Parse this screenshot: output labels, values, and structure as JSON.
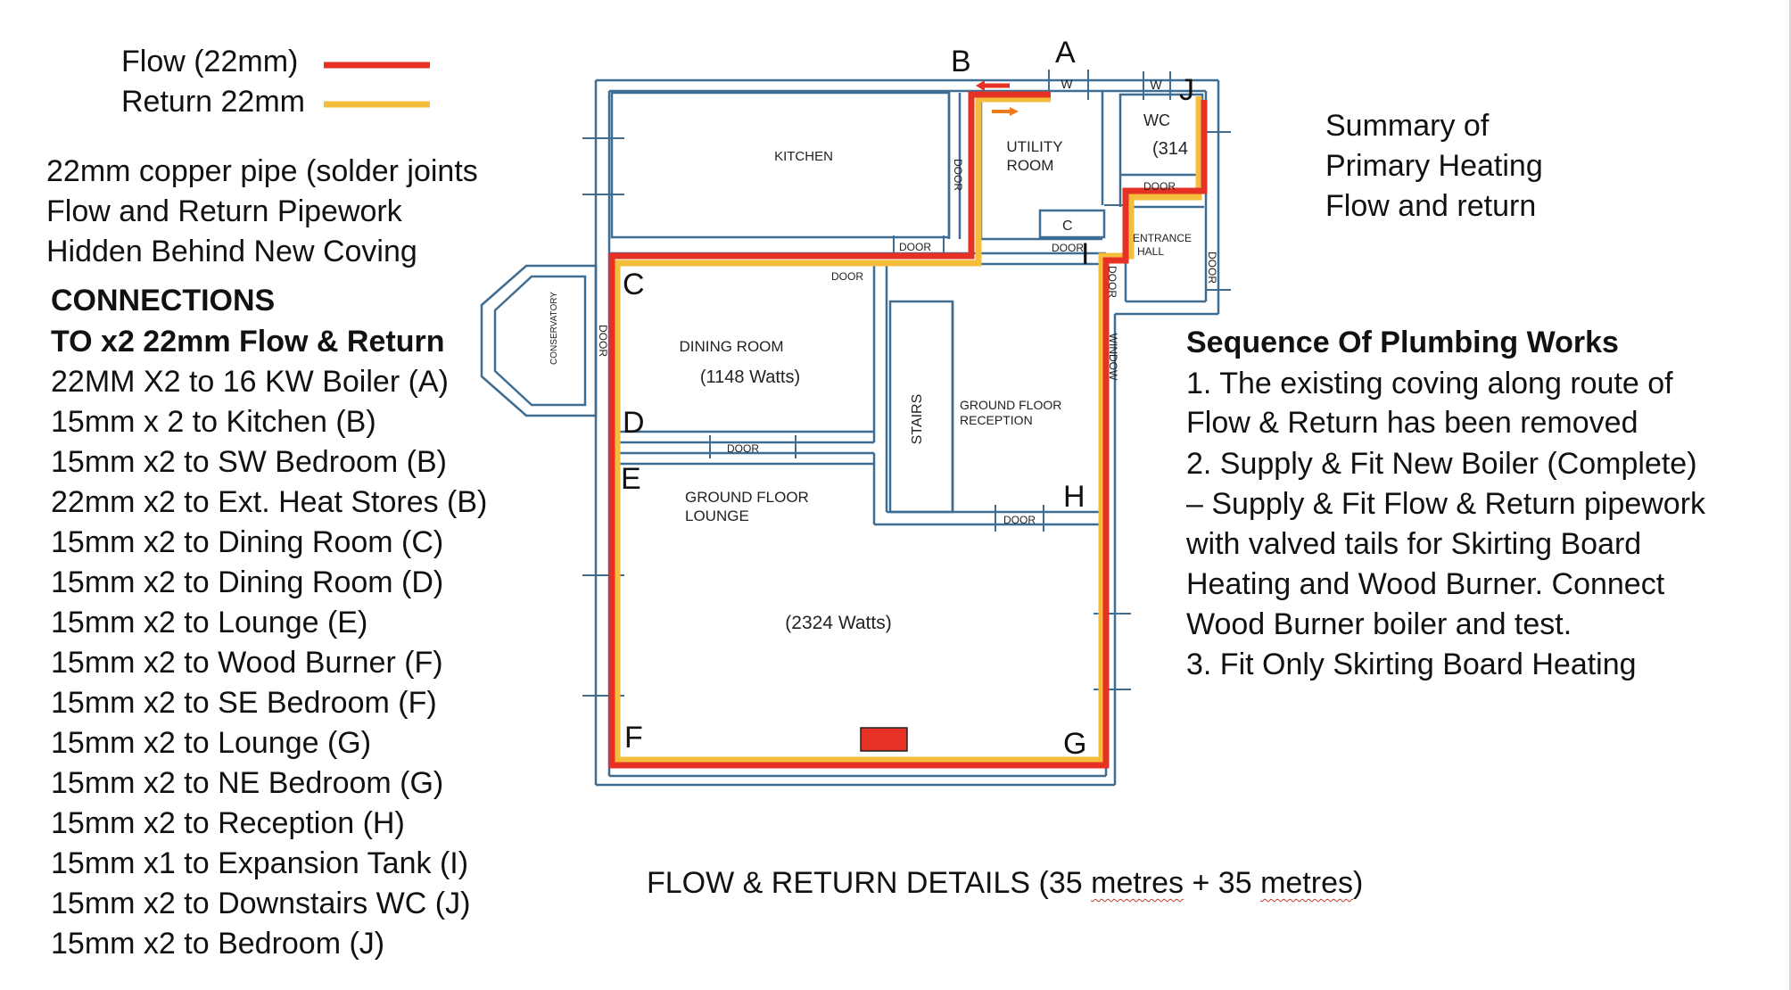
{
  "legend": {
    "flow_label": "Flow (22mm)",
    "return_label": "Return 22mm",
    "flow_color": "#e63225",
    "return_color": "#f5bd3c"
  },
  "notes": [
    "22mm copper pipe (solder joints",
    "Flow  and Return Pipework",
    "Hidden Behind New Coving"
  ],
  "connections": {
    "heading1": "CONNECTIONS",
    "heading2": "TO x2 22mm Flow & Return",
    "items": [
      "22MM X2 to 16 KW Boiler (A)",
      "15mm x 2 to Kitchen (B)",
      "15mm x2 to SW Bedroom (B)",
      "22mm x2 to Ext. Heat Stores (B)",
      "15mm x2 to Dining Room (C)",
      "15mm x2 to Dining Room (D)",
      "15mm x2 to Lounge (E)",
      "15mm x2 to Wood Burner (F)",
      "15mm x2 to SE Bedroom (F)",
      "15mm x2 to Lounge (G)",
      "15mm x2 to NE Bedroom (G)",
      "15mm x2 to Reception (H)",
      "15mm x1 to Expansion Tank (I)",
      "15mm x2 to Downstairs WC (J)",
      "15mm x2 to Bedroom (J)"
    ]
  },
  "summary": [
    "Summary of",
    "Primary Heating",
    "Flow and return"
  ],
  "sequence": {
    "heading": "Sequence Of Plumbing Works",
    "lines": [
      "1. The existing coving along route of",
      "Flow & Return has been removed",
      "2. Supply & Fit New Boiler (Complete)",
      "– Supply & Fit Flow & Return pipework",
      "with valved tails for Skirting Board",
      "Heating and Wood Burner. Connect",
      "Wood Burner  boiler and test.",
      "3.  Fit Only Skirting Board Heating"
    ]
  },
  "footer": {
    "prefix": "FLOW & RETURN DETAILS (35 ",
    "metres1": "metres",
    "middle": " + 35 ",
    "metres2": "metres",
    "suffix": ")"
  },
  "plan": {
    "rooms": {
      "kitchen": "KITCHEN",
      "utility_1": "UTILITY",
      "utility_2": "ROOM",
      "wc": "WC",
      "wc_watts": "(314",
      "c_cupboard": "C",
      "entrance_1": "ENTRANCE",
      "entrance_2": "HALL",
      "conservatory": "CONSERVATORY",
      "dining_1": "DINING ROOM",
      "dining_watts": "(1148 Watts)",
      "stairs": "STAIRS",
      "reception_1": "GROUND FLOOR",
      "reception_2": "RECEPTION",
      "lounge_1": "GROUND FLOOR",
      "lounge_2": "LOUNGE",
      "lounge_watts": "(2324 Watts)"
    },
    "markers": {
      "door": "DOOR",
      "w": "W",
      "window": "WINDOW"
    },
    "points": [
      "A",
      "B",
      "C",
      "D",
      "E",
      "F",
      "G",
      "H",
      "I",
      "J"
    ],
    "colors": {
      "wall": "#3f6d92",
      "boiler": "#e63225"
    }
  }
}
